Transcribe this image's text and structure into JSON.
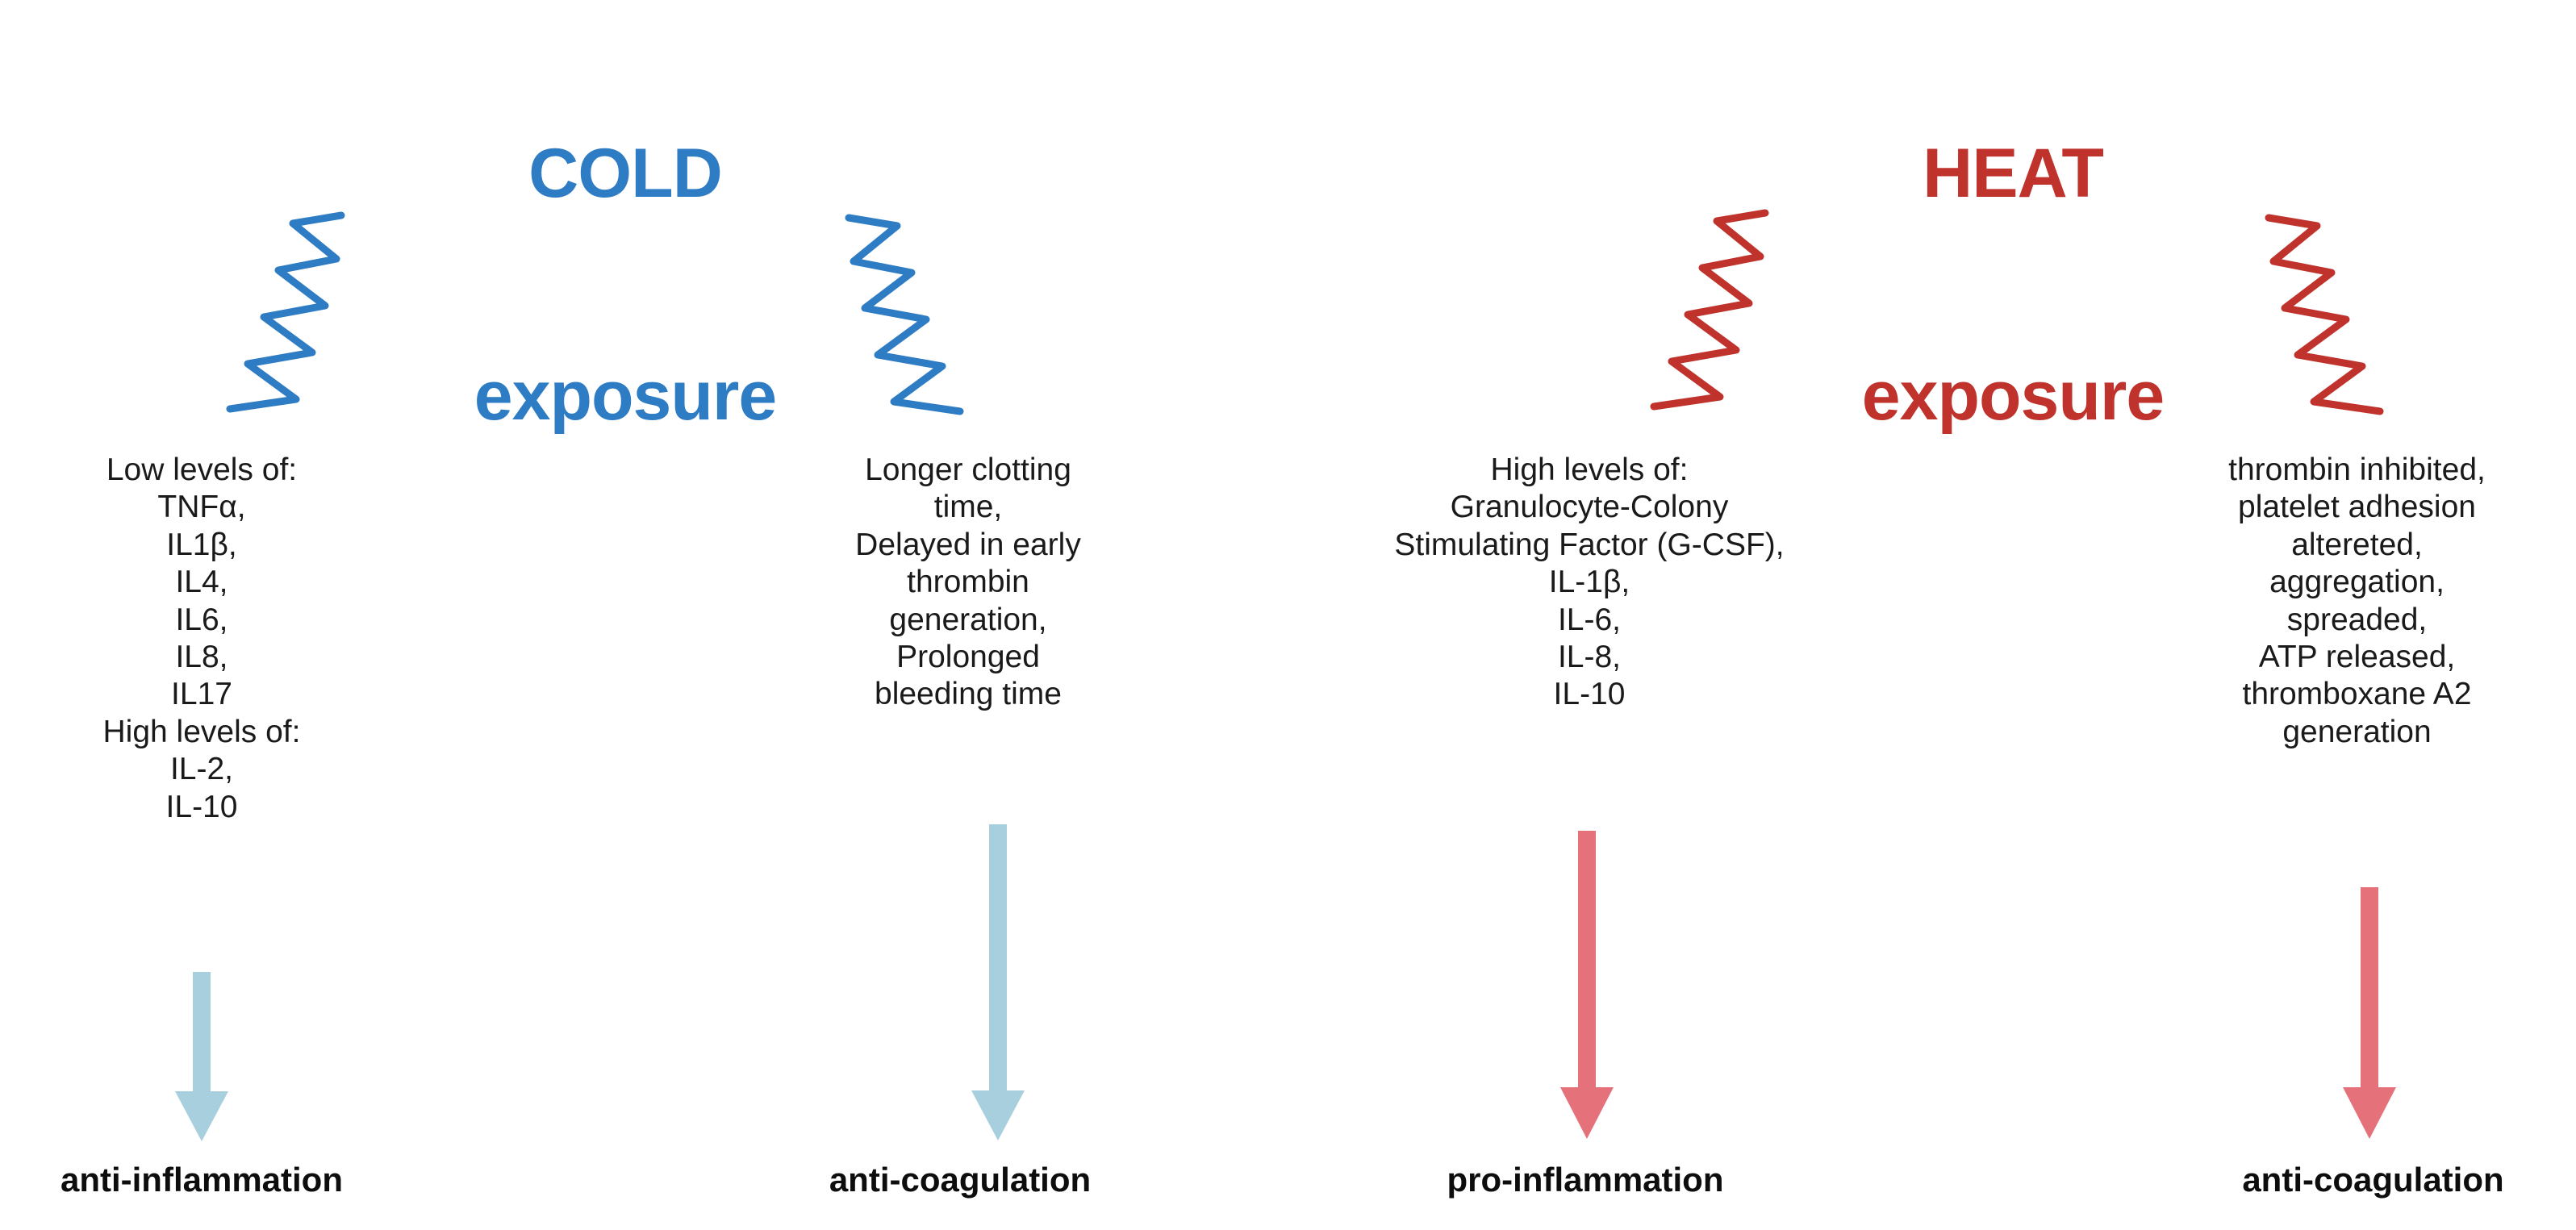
{
  "diagram": {
    "title_cold": {
      "line1": "COLD",
      "line2": "exposure",
      "color": "#2E7CC4"
    },
    "title_heat": {
      "line1": "HEAT",
      "line2": "exposure",
      "color": "#C0332C"
    },
    "arrow_colors": {
      "cold": "#A8CFDD",
      "heat": "#E5717A"
    },
    "squiggle_colors": {
      "cold": "#2E7CC4",
      "heat": "#C0332C"
    },
    "columns": [
      {
        "id": "cold-inflammation",
        "lines": [
          "Low levels of:",
          "TNFα,",
          "IL1β,",
          "IL4,",
          "IL6,",
          "IL8,",
          "IL17",
          "High levels of:",
          "IL-2,",
          "IL-10"
        ],
        "outcome": "anti-inflammation",
        "arrow_color": "#A8CFDD"
      },
      {
        "id": "cold-coagulation",
        "lines": [
          "Longer clotting",
          "time,",
          "Delayed in early",
          "thrombin",
          "generation,",
          "Prolonged",
          "bleeding time"
        ],
        "outcome": "anti-coagulation",
        "arrow_color": "#A8CFDD"
      },
      {
        "id": "heat-inflammation",
        "lines": [
          "High levels of:",
          "Granulocyte-Colony",
          "Stimulating Factor (G-CSF),",
          "IL-1β,",
          "IL-6,",
          "IL-8,",
          "IL-10"
        ],
        "outcome": "pro-inflammation",
        "arrow_color": "#E5717A"
      },
      {
        "id": "heat-coagulation",
        "lines": [
          "thrombin inhibited,",
          "platelet adhesion",
          "altereted,",
          "aggregation,",
          "spreaded,",
          "ATP released,",
          "thromboxane A2",
          "generation"
        ],
        "outcome": "anti-coagulation",
        "arrow_color": "#E5717A"
      }
    ]
  }
}
